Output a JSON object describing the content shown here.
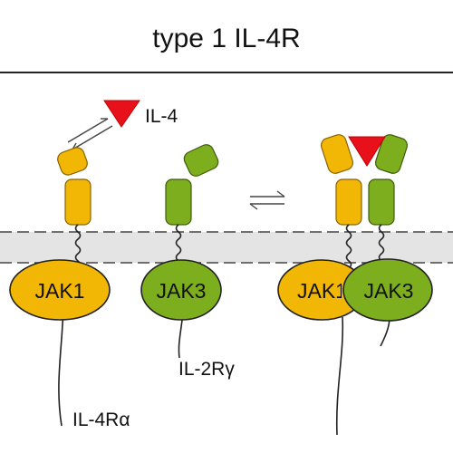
{
  "title": "type 1 IL-4R",
  "ligand_label": "IL-4",
  "jak1_label": "JAK1",
  "jak3_label": "JAK3",
  "complex_jak1_label": "JAK1",
  "complex_jak3_label": "JAK3",
  "il2rg_label": "IL-2Rγ",
  "il4ra_label": "IL-4Rα",
  "colors": {
    "ligand": "#e8101a",
    "il4ra": "#f2b705",
    "il2rg": "#7dae1e",
    "membrane": "#e4e4e4"
  }
}
